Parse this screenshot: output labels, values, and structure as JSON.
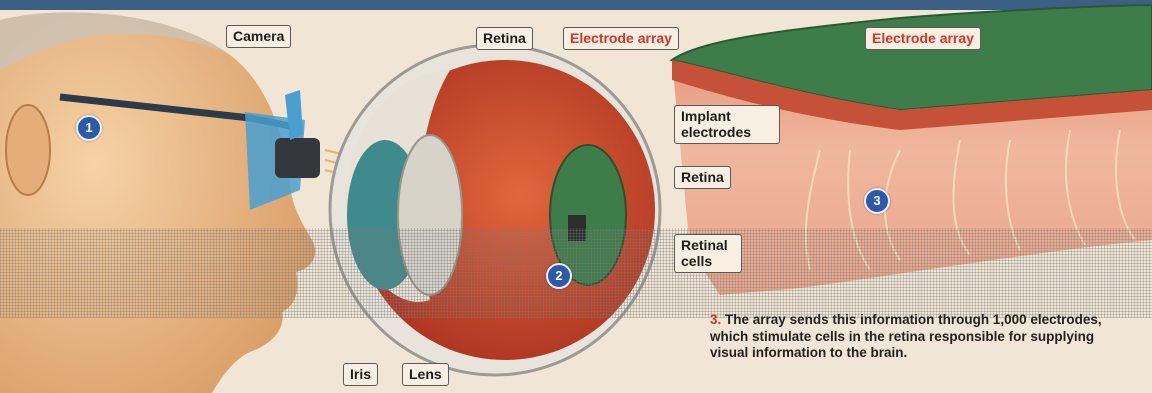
{
  "labels": {
    "camera": "Camera",
    "retina_top": "Retina",
    "electrode_array_eye": "Electrode array",
    "electrode_array_implant": "Electrode array",
    "implant_electrodes": "Implant electrodes",
    "retina_layer": "Retina",
    "retinal_cells": "Retinal cells",
    "iris": "Iris",
    "lens": "Lens"
  },
  "steps": {
    "step1": "1",
    "step2": "2",
    "step3": "3"
  },
  "caption": {
    "number": "3.",
    "text": "The array sends this information through 1,000 electrodes, which stimulate cells in the retina responsible for supplying visual information to the brain."
  },
  "colors": {
    "label_red": "#d6342a",
    "badge_blue": "#2a5aa8",
    "eye_red": "#c0442b",
    "array_green": "#3e7d4a"
  }
}
